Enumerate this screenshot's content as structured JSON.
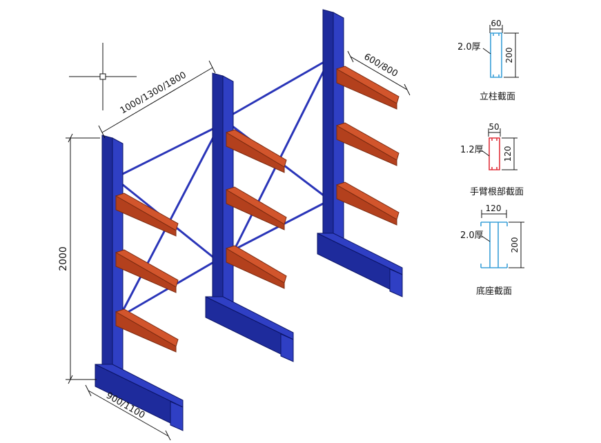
{
  "dimensions": {
    "height": "2000",
    "arm_spacing": "1000/1300/1800",
    "arm_length": "600/800",
    "base_length": "900/1100"
  },
  "sections": [
    {
      "name": "立柱截面",
      "width": "60",
      "height": "200",
      "thickness": "2.0厚",
      "color": "#3aa0d8"
    },
    {
      "name": "手臂根部截面",
      "width": "50",
      "height": "120",
      "thickness": "1.2厚",
      "color": "#e0323c"
    },
    {
      "name": "底座截面",
      "width": "120",
      "height": "200",
      "thickness": "2.0厚",
      "color": "#3aa0d8"
    }
  ],
  "colors": {
    "column": "#1e2b9c",
    "brace": "#2a35b8",
    "arm": "#d2552c"
  },
  "icons": [
    "crosshair-icon"
  ]
}
